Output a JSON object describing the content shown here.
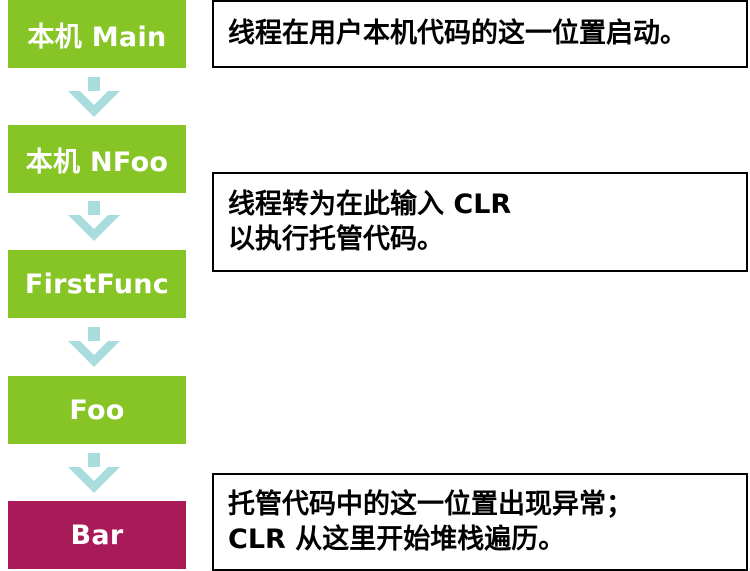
{
  "colors": {
    "frame_normal": "#86c525",
    "frame_faulting": "#a91a58",
    "arrow": "#a9dcdc"
  },
  "stack": [
    {
      "label": "本机  Main",
      "kind": "normal"
    },
    {
      "label": "本机  NFoo",
      "kind": "normal"
    },
    {
      "label": "FirstFunc",
      "kind": "normal"
    },
    {
      "label": "Foo",
      "kind": "normal"
    },
    {
      "label": "Bar",
      "kind": "faulting"
    }
  ],
  "notes": [
    {
      "lines": [
        "线程在用户本机代码的这一位置启动。"
      ]
    },
    {
      "lines": [
        "线程转为在此输入  CLR",
        "以执行托管代码。"
      ]
    },
    {
      "lines": [
        "托管代码中的这一位置出现异常；",
        "CLR  从这里开始堆栈遍历。"
      ]
    }
  ]
}
